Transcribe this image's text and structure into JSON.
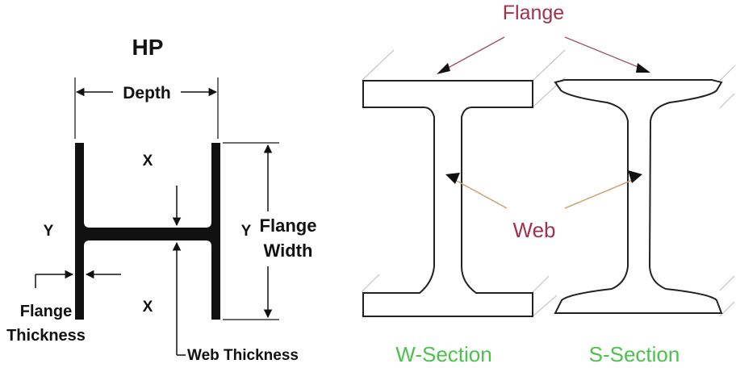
{
  "hp_diagram": {
    "title": "HP",
    "depth_label": "Depth",
    "x_label": "X",
    "y_label": "Y",
    "flange_width_line1": "Flange",
    "flange_width_line2": "Width",
    "flange_thickness_line1": "Flange",
    "flange_thickness_line2": "Thickness",
    "web_thickness_label": "Web Thickness"
  },
  "sections_diagram": {
    "flange_label": "Flange",
    "web_label": "Web",
    "w_section_label": "W-Section",
    "s_section_label": "S-Section"
  },
  "colors": {
    "flange_label": "#a0334a",
    "web_label": "#a0334a",
    "section_labels": "#4cc24c",
    "flange_arrow": "#a0506a",
    "web_arrow": "#d2a070",
    "outline": "#222222",
    "hatch": "#bbbbbb"
  }
}
